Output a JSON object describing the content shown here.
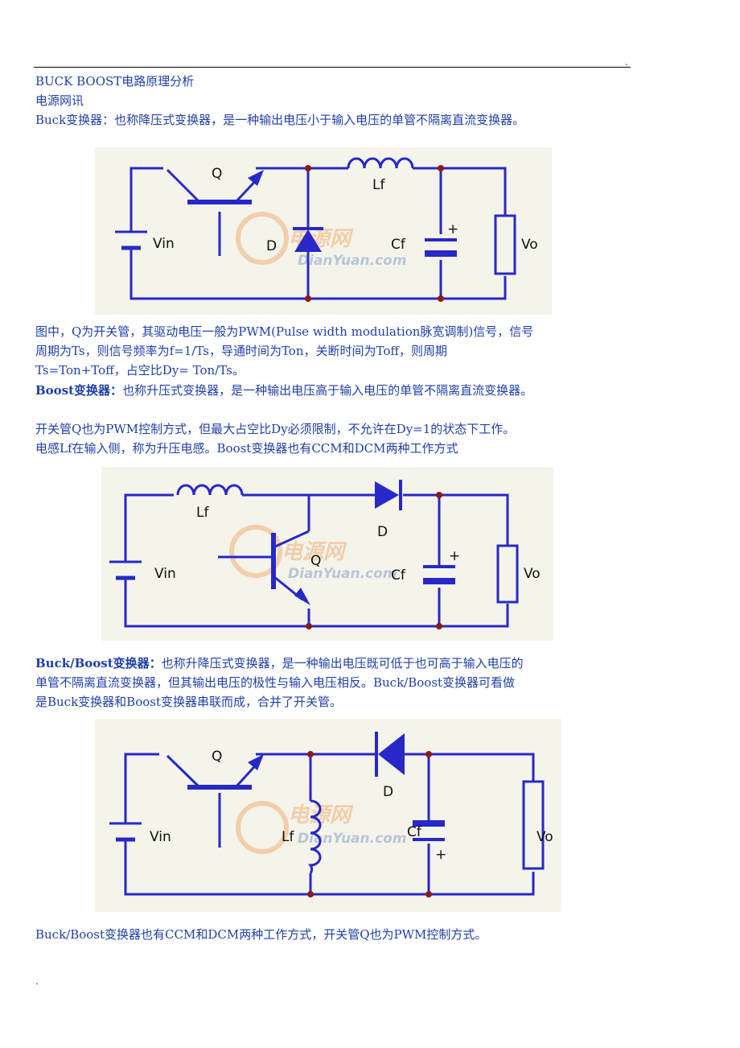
{
  "header_mark": ".",
  "footer_mark": ".",
  "title": "BUCK BOOST电路原理分析",
  "source": "电源网讯",
  "buck_intro": "Buck变换器：也称降压式变换器，是一种输出电压小于输入电压的单管不隔离直流变换器。",
  "buck_desc": [
    "图中，Q为开关管，其驱动电压一般为PWM(Pulse width modulation脉宽调制)信号，信号",
    "周期为Ts，则信号频率为f=1/Ts，导通时间为Ton，关断时间为Toff，则周期",
    "Ts=Ton+Toff，占空比Dy= Ton/Ts。"
  ],
  "boost_label": "Boost变换器：",
  "boost_intro": "也称升压式变换器，是一种输出电压高于输入电压的单管不隔离直流变换器。",
  "boost_desc": [
    "开关管Q也为PWM控制方式，但最大占空比Dy必须限制，不允许在Dy=1的状态下工作。",
    "电感Lf在输入侧，称为升压电感。Boost变换器也有CCM和DCM两种工作方式"
  ],
  "buckboost_label": "Buck/Boost变换器：",
  "buckboost_desc": [
    "也称升降压式变换器，是一种输出电压既可低于也可高于输入电压的",
    "单管不隔离直流变换器，但其输出电压的极性与输入电压相反。Buck/Boost变换器可看做",
    "是Buck变换器和Boost变换器串联而成，合并了开关管。"
  ],
  "closing": "Buck/Boost变换器也有CCM和DCM两种工作方式，开关管Q也为PWM控制方式。",
  "watermark": {
    "cn": "电源网",
    "en": "DianYuan.com"
  },
  "circuits": {
    "buck": {
      "q": "Q",
      "lf": "Lf",
      "vin": "Vin",
      "d": "D",
      "cf": "Cf",
      "vo": "Vo",
      "plus": "+"
    },
    "boost": {
      "q": "Q",
      "lf": "Lf",
      "vin": "Vin",
      "d": "D",
      "cf": "Cf",
      "vo": "Vo",
      "plus": "+"
    },
    "buckboost": {
      "q": "Q",
      "lf": "Lf",
      "vin": "Vin",
      "d": "D",
      "cf": "Cf",
      "vo": "Vo",
      "plus": "+"
    }
  },
  "colors": {
    "text": "#1f3fa8",
    "wire": "#2828c8",
    "node": "#8b1a1a",
    "watermark": "#f0a060"
  }
}
